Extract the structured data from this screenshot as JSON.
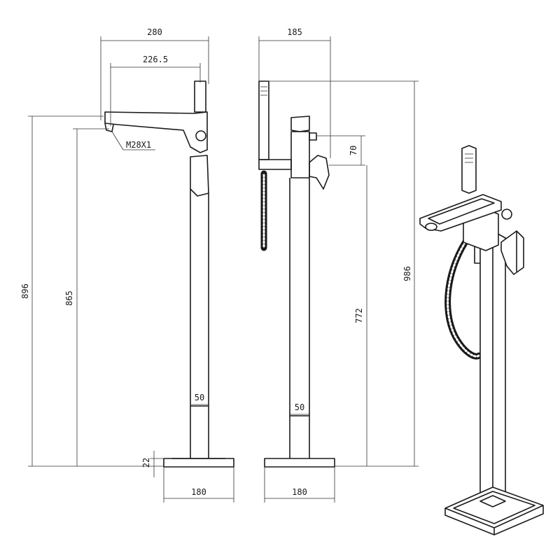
{
  "side_view": {
    "dims": {
      "spout_reach": "280",
      "spout_outlet": "226.5",
      "thread": "M28X1",
      "overall_height": "896",
      "outlet_height": "865",
      "column_width": "50",
      "base_thickness": "22",
      "base_width": "180"
    }
  },
  "front_view": {
    "dims": {
      "total_width": "185",
      "handle_offset": "70",
      "total_height": "986",
      "handle_height": "772",
      "column_width": "50",
      "base_width": "180"
    }
  },
  "perspective_view": {}
}
